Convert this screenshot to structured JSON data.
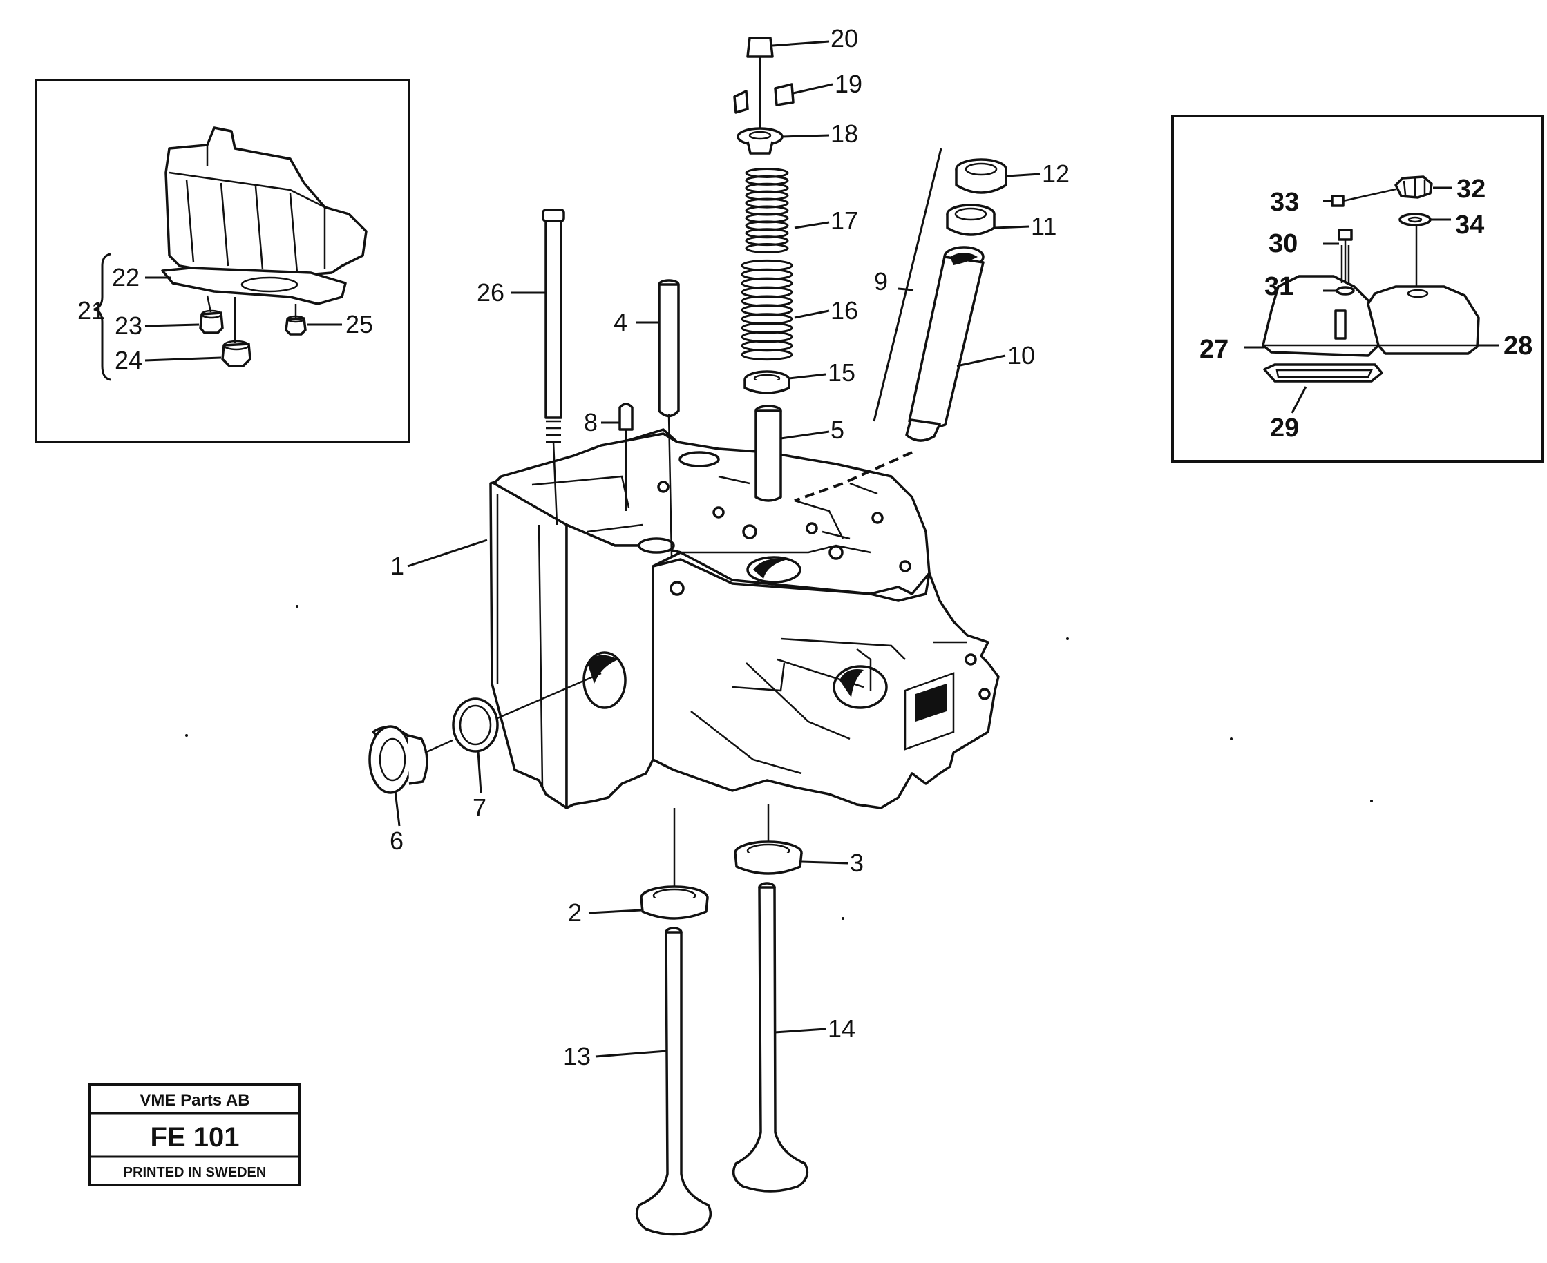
{
  "labels": {
    "l1": "1",
    "l2": "2",
    "l3": "3",
    "l4": "4",
    "l5": "5",
    "l6": "6",
    "l7": "7",
    "l8": "8",
    "l9": "9",
    "l10": "10",
    "l11": "11",
    "l12": "12",
    "l13": "13",
    "l14": "14",
    "l15": "15",
    "l16": "16",
    "l17": "17",
    "l18": "18",
    "l19": "19",
    "l20": "20",
    "l21": "21",
    "l22": "22",
    "l23": "23",
    "l24": "24",
    "l25": "25",
    "l26": "26",
    "l27": "27",
    "l28": "28",
    "l29": "29",
    "l30": "30",
    "l31": "31",
    "l32": "32",
    "l33": "33",
    "l34": "34"
  },
  "stamp": {
    "company": "VME Parts AB",
    "code": "FE 101",
    "printed": "PRINTED IN SWEDEN"
  }
}
